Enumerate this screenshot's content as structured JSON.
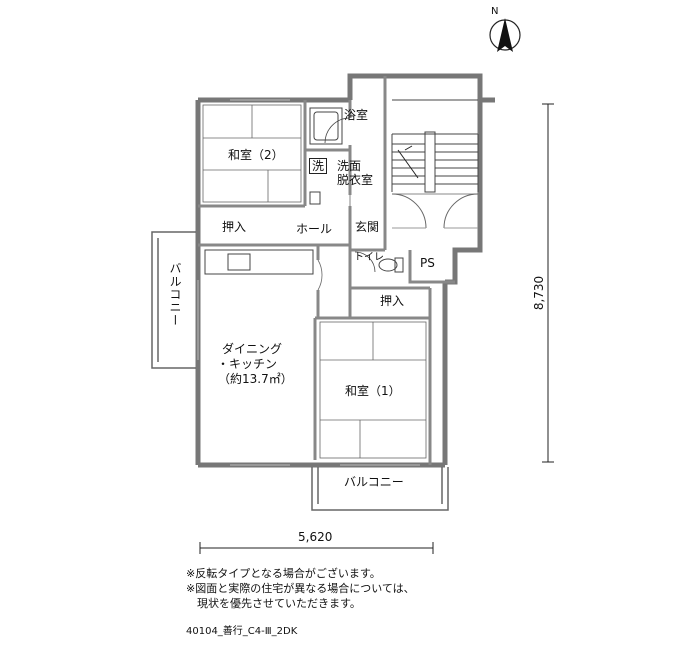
{
  "compass": {
    "north_label": "N"
  },
  "rooms": {
    "washitsu2": "和室（2）",
    "yokushitsu": "浴室",
    "sen": "洗",
    "senmen1": "洗面",
    "senmen2": "脱衣室",
    "oshiire_top": "押入",
    "hall": "ホール",
    "genkan": "玄関",
    "toilet": "トイレ",
    "ps": "PS",
    "oshiire_mid": "押入",
    "balcony_left": "バルコニー",
    "dk_line1": "ダイニング",
    "dk_line2": "・キッチン",
    "dk_line3": "（約13.7㎡）",
    "washitsu1": "和室（1）",
    "balcony_bottom": "バルコニー"
  },
  "dimensions": {
    "width": "5,620",
    "height": "8,730"
  },
  "notes": [
    "※反転タイプとなる場合がございます。",
    "※図面と実際の住宅が異なる場合については、",
    "　現状を優先させていただきます。"
  ],
  "code": "40104_善行_C4-Ⅲ_2DK"
}
